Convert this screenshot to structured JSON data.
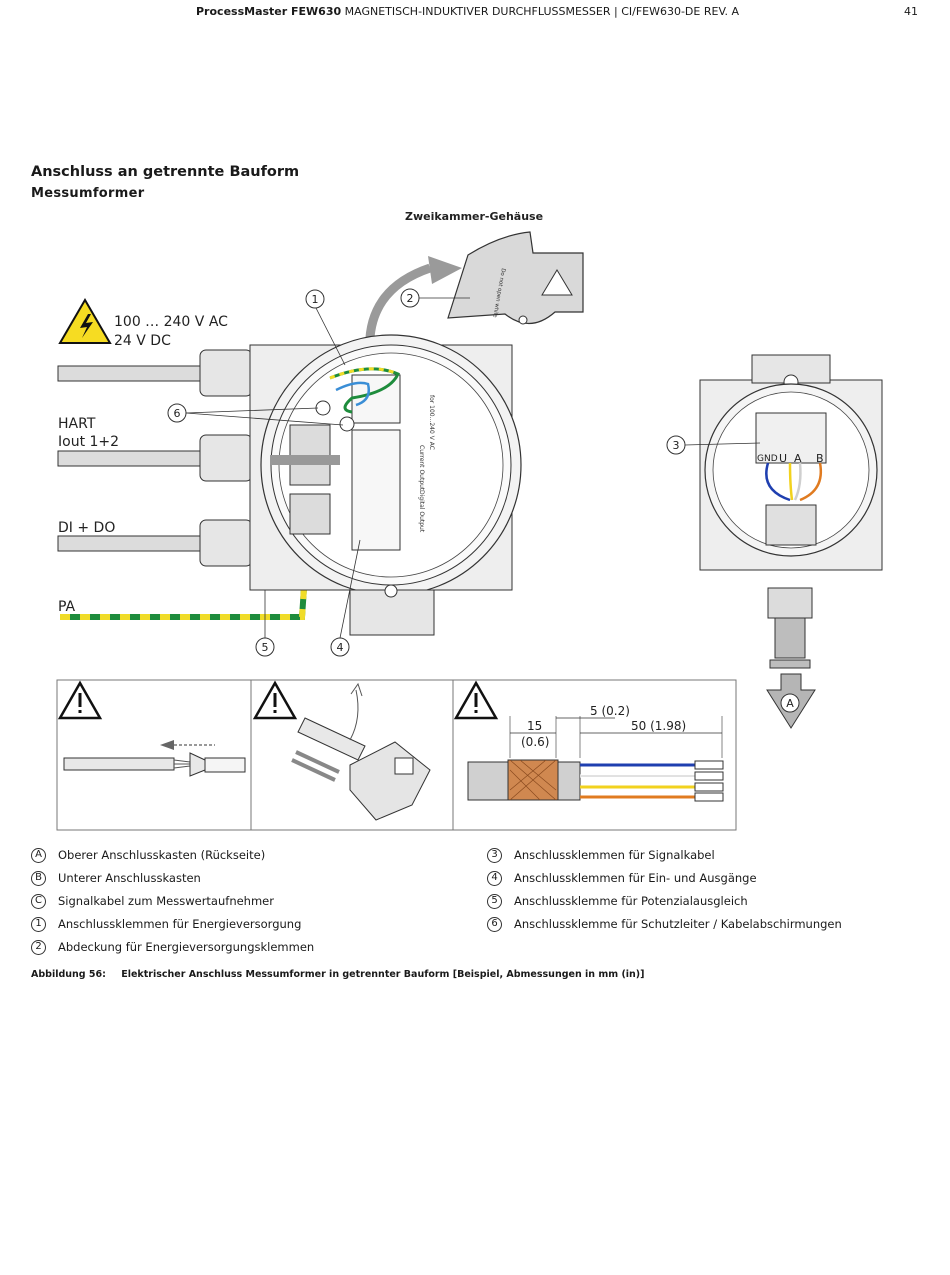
{
  "header": {
    "product": "ProcessMaster FEW630",
    "title": "MAGNETISCH-INDUKTIVER DURCHFLUSSMESSER",
    "separator": "|",
    "doc_id": "CI/FEW630-DE REV. A",
    "page_number": "41"
  },
  "section": {
    "title": "Anschluss an getrennte Bauform",
    "subtitle": "Messumformer"
  },
  "figure": {
    "housing_label": "Zweikammer-Gehäuse",
    "voltage_line1": "100 … 240 V AC",
    "voltage_line2": "24 V DC",
    "hart_line1": "HART",
    "hart_line2": "Iout 1+2",
    "dido": "DI + DO",
    "pa": "PA",
    "terminal_gnd": "GND",
    "terminal_u": "U",
    "terminal_a": "A",
    "terminal_b": "B",
    "markers": [
      "1",
      "2",
      "3",
      "4",
      "5",
      "6",
      "A"
    ],
    "dim_15": "15",
    "dim_06": "(0.6)",
    "dim_5": "5 (0.2)",
    "dim_50": "50 (1.98)",
    "colors": {
      "earth_green": "#1e8c3c",
      "earth_yellow": "#f0dc28",
      "warning_yellow": "#f6dc22",
      "wire_blue": "#1f3fb0",
      "wire_yellow": "#f2d21e",
      "wire_orange": "#e07b20",
      "shield_copper": "#d08850"
    }
  },
  "legend": [
    {
      "marker": "A",
      "text": "Oberer Anschlusskasten (Rückseite)"
    },
    {
      "marker": "B",
      "text": "Unterer Anschlusskasten"
    },
    {
      "marker": "C",
      "text": "Signalkabel zum Messwertaufnehmer"
    },
    {
      "marker": "1",
      "text": "Anschlussklemmen für Energieversorgung"
    },
    {
      "marker": "2",
      "text": "Abdeckung für Energieversorgungsklemmen"
    },
    {
      "marker": "3",
      "text": "Anschlussklemmen für Signalkabel"
    },
    {
      "marker": "4",
      "text": "Anschlussklemmen für Ein- und Ausgänge"
    },
    {
      "marker": "5",
      "text": "Anschlussklemme für Potenzialausgleich"
    },
    {
      "marker": "6",
      "text": "Anschlussklemme für Schutzleiter / Kabelabschirmungen"
    }
  ],
  "caption": {
    "label": "Abbildung 56:",
    "text": "Elektrischer Anschluss Messumformer in getrennter Bauform [Beispiel, Abmessungen in mm (in)]"
  }
}
